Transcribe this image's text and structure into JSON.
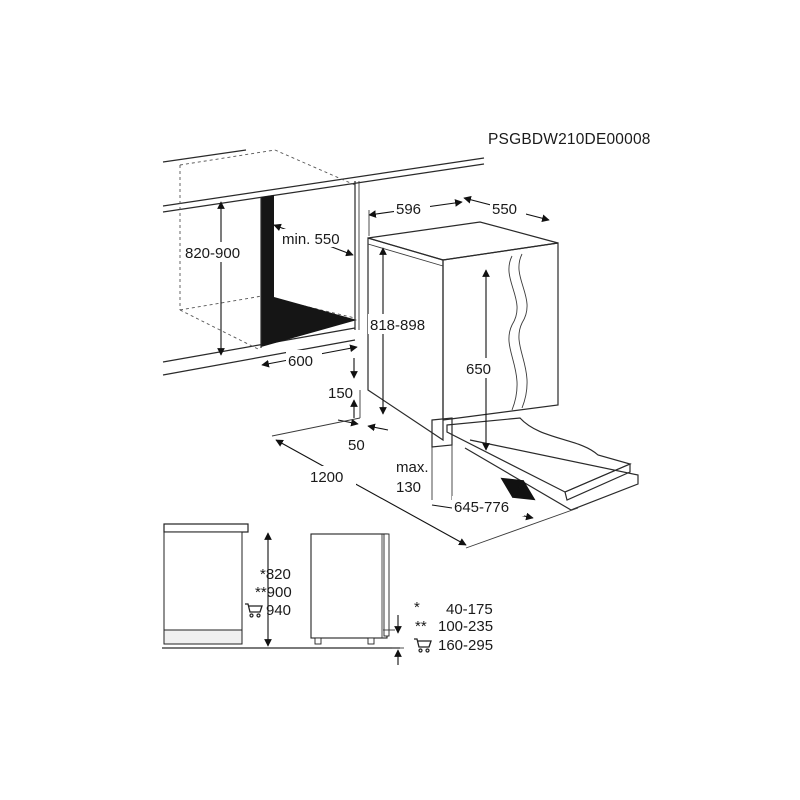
{
  "code": "PSGBDW210DE00008",
  "labels": {
    "niche_height": "820-900",
    "min_depth": "min. 550",
    "niche_width": "600",
    "appliance_width": "596",
    "appliance_depth": "550",
    "appliance_height": "818-898",
    "door_height": "650",
    "plinth_height": "150",
    "plinth_depth": "50",
    "door_open": "1200",
    "max_label": "max.",
    "max_value": "130",
    "depth_range": "645-776",
    "h1": "*820",
    "h2": "**900",
    "h3": "940",
    "r1_mark": "*",
    "r1": "40-175",
    "r2_mark": "**",
    "r2": "100-235",
    "r3": "160-295"
  },
  "icons": {
    "cart": "shopping-cart-icon"
  }
}
